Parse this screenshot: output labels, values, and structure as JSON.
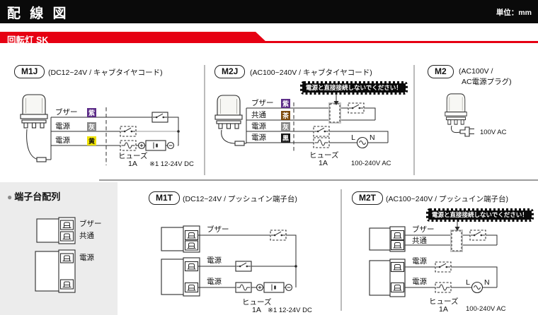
{
  "header": {
    "title": "配 線 図",
    "unit": "単位：mm",
    "series": "回転灯 SK"
  },
  "shared": {
    "fuse_label": "ヒューズ",
    "fuse_rating": "1A",
    "warning": "電源と直接接続しないでください！",
    "dc_note": "※1 12-24V DC"
  },
  "colors": {
    "accent_red": "#e60012",
    "panel_gray": "#ececec"
  },
  "m1j": {
    "model": "M1J",
    "spec": "(DC12~24V / キャブタイヤコード)",
    "wires": [
      {
        "label": "ブザー",
        "code": "紫",
        "bg": "#5b2b87",
        "fg": "#ffffff"
      },
      {
        "label": "電源",
        "code": "灰",
        "bg": "#8a8a8a",
        "fg": "#ffffff"
      },
      {
        "label": "電源",
        "code": "黄",
        "bg": "#efe200",
        "fg": "#111111"
      }
    ]
  },
  "m2j": {
    "model": "M2J",
    "spec": "(AC100~240V / キャブタイヤコード)",
    "wires": [
      {
        "label": "ブザー",
        "code": "紫",
        "bg": "#5b2b87",
        "fg": "#ffffff"
      },
      {
        "label": "共通",
        "code": "茶",
        "bg": "#7d4a0c",
        "fg": "#ffffff"
      },
      {
        "label": "電源",
        "code": "灰",
        "bg": "#8a8a8a",
        "fg": "#ffffff"
      },
      {
        "label": "電源",
        "code": "黒",
        "bg": "#161616",
        "fg": "#ffffff"
      }
    ],
    "l": "L",
    "n": "N",
    "supply": "100-240V AC"
  },
  "m2": {
    "model": "M2",
    "spec1": "(AC100V /",
    "spec2": "AC電源プラグ)",
    "supply": "100V AC"
  },
  "terminal_layout": {
    "heading": "端子台配列",
    "label1": "ブザー",
    "label2": "共通",
    "label3": "電源"
  },
  "m1t": {
    "model": "M1T",
    "spec": "(DC12~24V / プッシュイン端子台)",
    "wires": [
      {
        "label": "ブザー"
      },
      {
        "label": "電源"
      },
      {
        "label": "電源"
      }
    ]
  },
  "m2t": {
    "model": "M2T",
    "spec": "(AC100~240V / プッシュイン端子台)",
    "wires": [
      {
        "label": "ブザー"
      },
      {
        "label": "共通"
      },
      {
        "label": "電源"
      },
      {
        "label": "電源"
      }
    ],
    "l": "L",
    "n": "N",
    "supply": "100-240V AC"
  }
}
